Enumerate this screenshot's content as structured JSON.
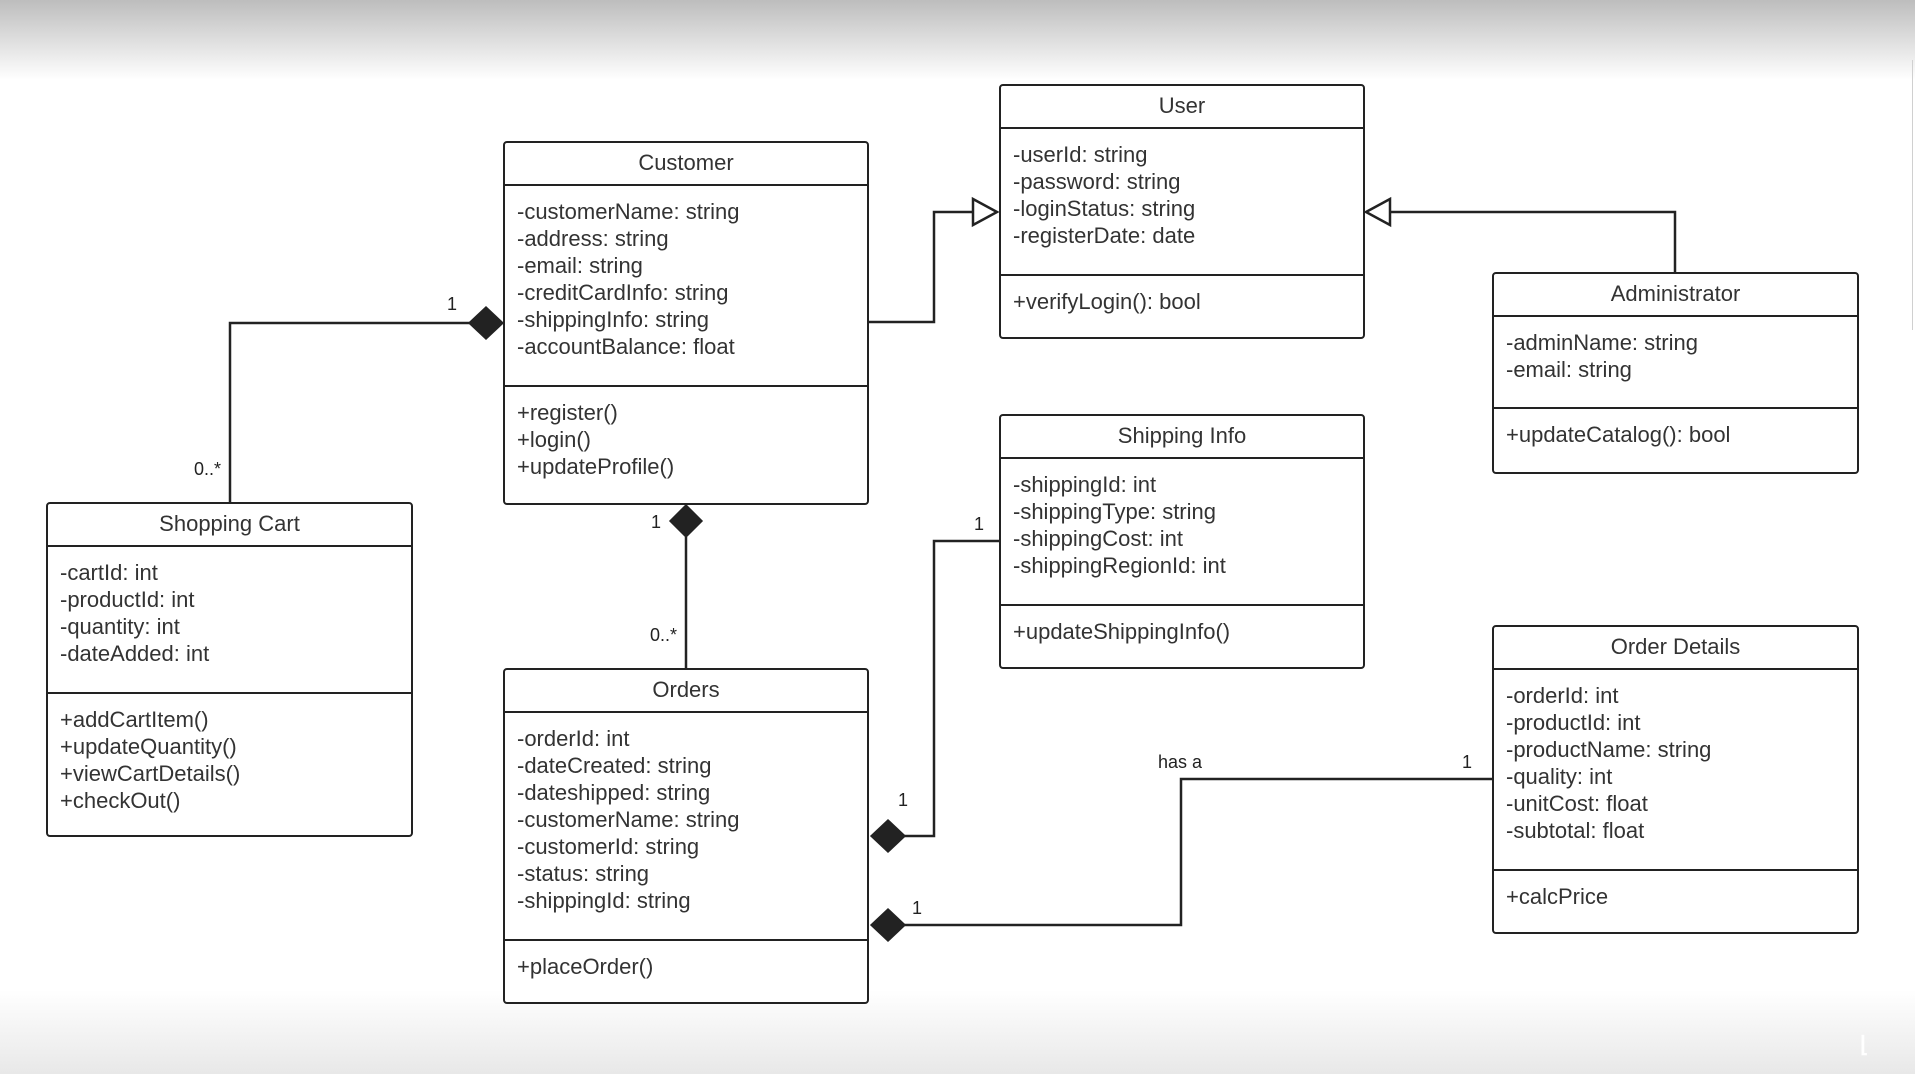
{
  "classes": {
    "user": {
      "name": "User",
      "attributes": [
        "-userId: string",
        "-password: string",
        "-loginStatus: string",
        "-registerDate: date"
      ],
      "operations": [
        "+verifyLogin(): bool"
      ]
    },
    "customer": {
      "name": "Customer",
      "attributes": [
        "-customerName: string",
        "-address: string",
        "-email: string",
        "-creditCardInfo: string",
        "-shippingInfo: string",
        "-accountBalance: float"
      ],
      "operations": [
        "+register()",
        "+login()",
        "+updateProfile()"
      ]
    },
    "administrator": {
      "name": "Administrator",
      "attributes": [
        "-adminName: string",
        "-email: string"
      ],
      "operations": [
        "+updateCatalog(): bool"
      ]
    },
    "shopping_cart": {
      "name": "Shopping Cart",
      "attributes": [
        "-cartId: int",
        "-productId: int",
        "-quantity: int",
        "-dateAdded: int"
      ],
      "operations": [
        "+addCartItem()",
        "+updateQuantity()",
        "+viewCartDetails()",
        "+checkOut()"
      ]
    },
    "shipping_info": {
      "name": "Shipping Info",
      "attributes": [
        "-shippingId: int",
        "-shippingType: string",
        "-shippingCost: int",
        "-shippingRegionId: int"
      ],
      "operations": [
        "+updateShippingInfo()"
      ]
    },
    "orders": {
      "name": "Orders",
      "attributes": [
        "-orderId: int",
        "-dateCreated: string",
        "-dateshipped: string",
        "-customerName: string",
        "-customerId: string",
        "-status: string",
        "-shippingId: string"
      ],
      "operations": [
        "+placeOrder()"
      ]
    },
    "order_details": {
      "name": "Order Details",
      "attributes": [
        "-orderId: int",
        "-productId: int",
        "-productName: string",
        "-quality: int",
        "-unitCost: float",
        "-subtotal: float"
      ],
      "operations": [
        "+calcPrice"
      ]
    }
  },
  "relations": {
    "customer_cart": {
      "customer_end": "1",
      "cart_end": "0..*"
    },
    "customer_orders": {
      "customer_end": "1",
      "orders_end": "0..*"
    },
    "orders_shipping": {
      "orders_end": "1",
      "shipping_end": "1"
    },
    "orders_details": {
      "orders_end": "1",
      "details_end": "1",
      "label": "has a"
    }
  },
  "colors": {
    "line": "#222222",
    "text": "#333333",
    "background": "#ffffff"
  }
}
